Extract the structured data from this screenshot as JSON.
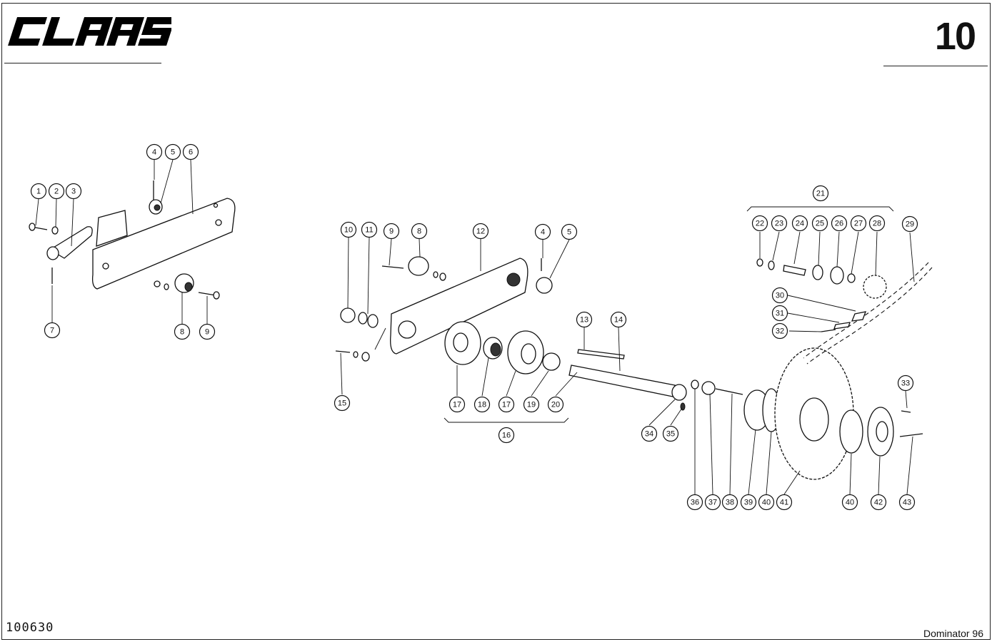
{
  "header": {
    "brand": "CLAAS",
    "page_number": "10"
  },
  "footer": {
    "document_code": "100630",
    "model": "Dominator 96"
  },
  "callouts": [
    {
      "id": "c1",
      "label": "1"
    },
    {
      "id": "c2",
      "label": "2"
    },
    {
      "id": "c3",
      "label": "3"
    },
    {
      "id": "c4a",
      "label": "4"
    },
    {
      "id": "c5a",
      "label": "5"
    },
    {
      "id": "c6",
      "label": "6"
    },
    {
      "id": "c7",
      "label": "7"
    },
    {
      "id": "c8a",
      "label": "8"
    },
    {
      "id": "c9a",
      "label": "9"
    },
    {
      "id": "c10",
      "label": "10"
    },
    {
      "id": "c11",
      "label": "11"
    },
    {
      "id": "c9b",
      "label": "9"
    },
    {
      "id": "c8b",
      "label": "8"
    },
    {
      "id": "c12",
      "label": "12"
    },
    {
      "id": "c4b",
      "label": "4"
    },
    {
      "id": "c5b",
      "label": "5"
    },
    {
      "id": "c15",
      "label": "15"
    },
    {
      "id": "c17a",
      "label": "17"
    },
    {
      "id": "c18",
      "label": "18"
    },
    {
      "id": "c17b",
      "label": "17"
    },
    {
      "id": "c19",
      "label": "19"
    },
    {
      "id": "c20",
      "label": "20"
    },
    {
      "id": "c16",
      "label": "16"
    },
    {
      "id": "c13",
      "label": "13"
    },
    {
      "id": "c14",
      "label": "14"
    },
    {
      "id": "c21",
      "label": "21"
    },
    {
      "id": "c22",
      "label": "22"
    },
    {
      "id": "c23",
      "label": "23"
    },
    {
      "id": "c24",
      "label": "24"
    },
    {
      "id": "c25",
      "label": "25"
    },
    {
      "id": "c26",
      "label": "26"
    },
    {
      "id": "c27",
      "label": "27"
    },
    {
      "id": "c28",
      "label": "28"
    },
    {
      "id": "c29",
      "label": "29"
    },
    {
      "id": "c30",
      "label": "30"
    },
    {
      "id": "c31",
      "label": "31"
    },
    {
      "id": "c32",
      "label": "32"
    },
    {
      "id": "c33",
      "label": "33"
    },
    {
      "id": "c34",
      "label": "34"
    },
    {
      "id": "c35",
      "label": "35"
    },
    {
      "id": "c36",
      "label": "36"
    },
    {
      "id": "c37",
      "label": "37"
    },
    {
      "id": "c38",
      "label": "38"
    },
    {
      "id": "c39",
      "label": "39"
    },
    {
      "id": "c40a",
      "label": "40"
    },
    {
      "id": "c41",
      "label": "41"
    },
    {
      "id": "c40b",
      "label": "40"
    },
    {
      "id": "c42",
      "label": "42"
    },
    {
      "id": "c43",
      "label": "43"
    }
  ]
}
